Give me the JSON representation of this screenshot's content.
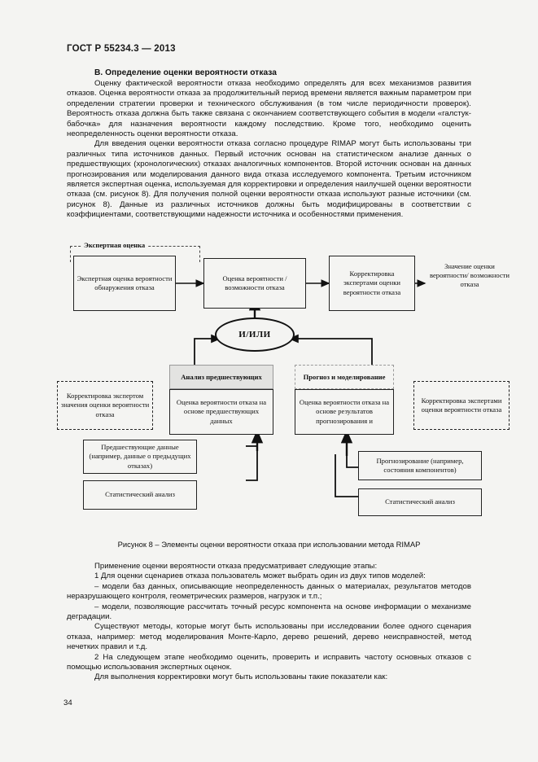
{
  "document": {
    "header": "ГОСТ Р 55234.3 — 2013",
    "page_number": "34"
  },
  "section": {
    "title": "В. Определение оценки вероятности отказа",
    "paragraphs": [
      "Оценку фактической вероятности отказа необходимо определять для всех механизмов развития отказов. Оценка вероятности отказа за продолжительный период времени является важным параметром при определении стратегии проверки и технического обслуживания (в том числе периодичности проверок). Вероятность отказа должна быть также связана с окончанием соответствующего события в модели «галстук-бабочка» для назначения вероятности каждому последствию. Кроме того, необходимо оценить неопределенность оценки вероятности отказа.",
      "Для введения оценки вероятности отказа согласно процедуре RIMAP могут быть использованы три различных типа источников данных. Первый источник основан на статистическом анализе данных о предшествующих (хронологических) отказах аналогичных компонентов. Второй источник основан на данных прогнозирования или моделирования данного вида отказа исследуемого компонента. Третьим источником является экспертная оценка, используемая для корректировки и определения наилучшей оценки вероятности отказа (см. рисунок 8). Для получения полной оценки вероятности отказа используют разные источники (см. рисунок 8). Данные из различных источников должны быть модифицированы в соответствии с коэффициентами, соответствующими надежности источника и особенностями применения."
    ]
  },
  "figure": {
    "caption": "Рисунок 8 – Элементы оценки вероятности отказа при использовании метода RIMAP",
    "group_expert": "Экспертная оценка",
    "group_previous": "Анализ предшествующих",
    "group_forecast": "Прогноз и моделирование",
    "ellipse": "И/ИЛИ",
    "boxes": {
      "expert_detection": "Экспертная оценка вероятности обнаружения отказа",
      "prob_assessment": "Оценка вероятности / возможности отказа",
      "expert_correction_top": "Корректировка экспертами оценки вероятности отказа",
      "result_value": "Значение оценки вероятности/ возможности отказа",
      "correction_left": "Корректировка экспертом значения оценки вероятности отказа",
      "prev_data_based": "Оценка вероятности отказа на основе предшествующих данных",
      "forecast_based": "Оценка вероятности отказа на основе результатов прогнозирования и",
      "correction_right": "Корректировка экспертами оценки вероятности отказа",
      "previous_data": "Предшествующие данные (например, данные о предыдущих отказах)",
      "stat_analysis_left": "Статистический анализ",
      "forecasting": "Прогнозирование (например, состояния компонентов)",
      "stat_analysis_right": "Статистический анализ"
    }
  },
  "after_figure": {
    "intro": "Применение оценки вероятности отказа предусматривает следующие этапы:",
    "item1": "1 Для оценки сценариев отказа пользователь может выбрать один из двух типов моделей:",
    "bullet1": "–  модели баз данных, описывающие неопределенность данных о материалах, результатов методов неразрушающего контроля, геометрических размеров, нагрузок и т.п.;",
    "bullet2": "–  модели, позволяющие рассчитать точный ресурс компонента на основе информации о механизме деградации.",
    "para_methods": "Существуют методы, которые могут быть использованы при исследовании более одного сценария отказа, например: метод моделирования Монте-Карло, дерево решений, дерево неисправностей, метод нечетких правил и т.д.",
    "item2": "2 На следующем этапе необходимо оценить, проверить и исправить частоту основных отказов с помощью использования экспертных оценок.",
    "closing": "Для выполнения корректировки могут быть использованы такие показатели как:"
  },
  "colors": {
    "page_background": "#f4f4f2",
    "text": "#111111",
    "header_fill": "#e3e3e1",
    "border": "#222222"
  }
}
